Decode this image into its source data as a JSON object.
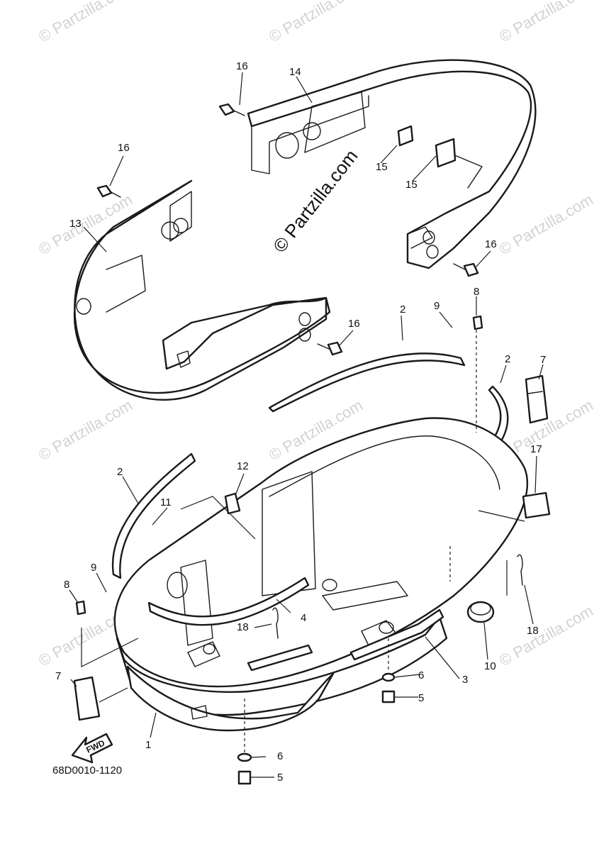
{
  "watermark": "© Partzilla.com",
  "center_watermark": "© Partzilla.com",
  "drawing_code": "68D0010-1120",
  "fwd_label": "FWD",
  "callouts": [
    {
      "id": "c16a",
      "text": "16"
    },
    {
      "id": "c14",
      "text": "14"
    },
    {
      "id": "c16b",
      "text": "16"
    },
    {
      "id": "c15a",
      "text": "15"
    },
    {
      "id": "c15b",
      "text": "15"
    },
    {
      "id": "c13",
      "text": "13"
    },
    {
      "id": "c16c",
      "text": "16"
    },
    {
      "id": "c16d",
      "text": "16"
    },
    {
      "id": "c8a",
      "text": "8"
    },
    {
      "id": "c9a",
      "text": "9"
    },
    {
      "id": "c2a",
      "text": "2"
    },
    {
      "id": "c2b",
      "text": "2"
    },
    {
      "id": "c7a",
      "text": "7"
    },
    {
      "id": "c17",
      "text": "17"
    },
    {
      "id": "c12",
      "text": "12"
    },
    {
      "id": "c2c",
      "text": "2"
    },
    {
      "id": "c11",
      "text": "11"
    },
    {
      "id": "c9b",
      "text": "9"
    },
    {
      "id": "c8b",
      "text": "8"
    },
    {
      "id": "c4",
      "text": "4"
    },
    {
      "id": "c18a",
      "text": "18"
    },
    {
      "id": "c18b",
      "text": "18"
    },
    {
      "id": "c10",
      "text": "10"
    },
    {
      "id": "c3",
      "text": "3"
    },
    {
      "id": "c6a",
      "text": "6"
    },
    {
      "id": "c5a",
      "text": "5"
    },
    {
      "id": "c7b",
      "text": "7"
    },
    {
      "id": "c1",
      "text": "1"
    },
    {
      "id": "c6b",
      "text": "6"
    },
    {
      "id": "c5b",
      "text": "5"
    }
  ]
}
